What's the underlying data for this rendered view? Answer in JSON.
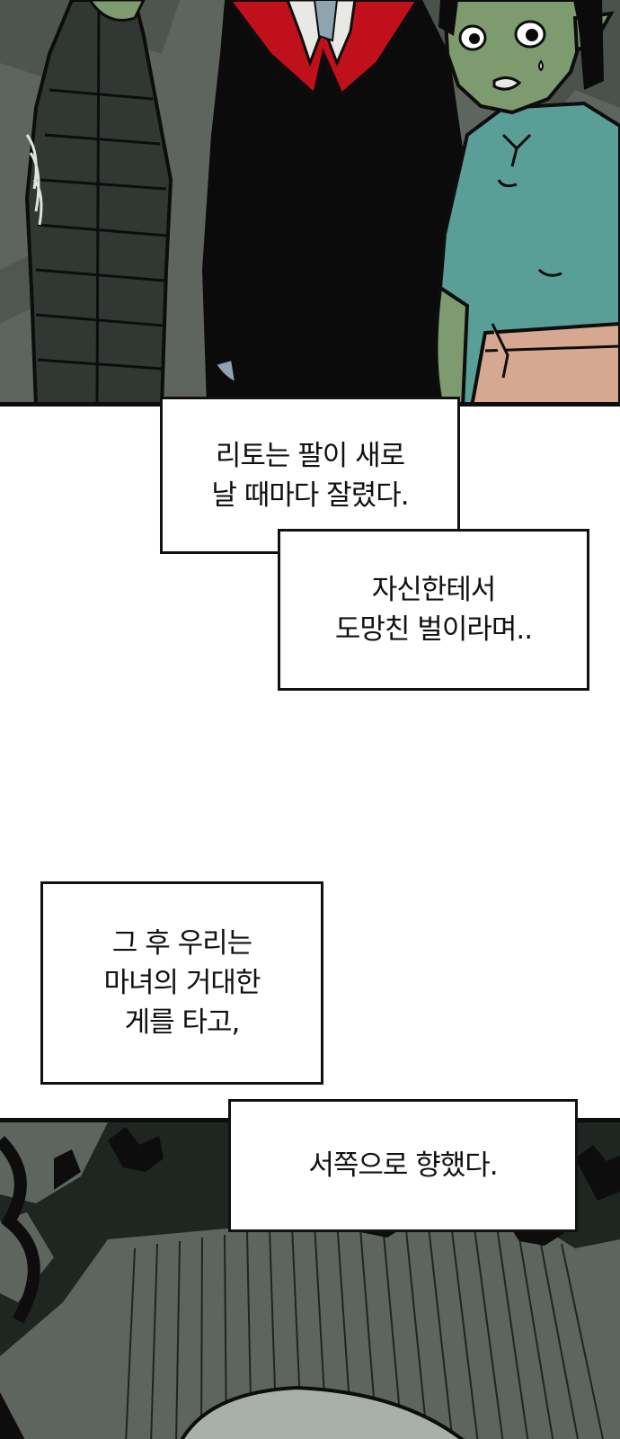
{
  "captions": {
    "caption_1": {
      "line_1": "리토는 팔이 새로",
      "line_2": "날 때마다 잘렸다."
    },
    "caption_2": {
      "line_1": "자신한테서",
      "line_2": "도망친 벌이라며.."
    },
    "caption_3": {
      "line_1": "그 후 우리는",
      "line_2": "마녀의 거대한",
      "line_3": "게를 타고,"
    },
    "caption_4": {
      "line_1": "서쪽으로 향했다."
    }
  },
  "colors": {
    "background": "#ffffff",
    "ink": "#111111",
    "forest_gray": "#5d655e",
    "goblin_skin": "#7e9a6f",
    "shirt_teal": "#5a9e98",
    "pants_pink": "#d7a891",
    "cape_red": "#c0101b",
    "night_forest": "#1f2521"
  }
}
